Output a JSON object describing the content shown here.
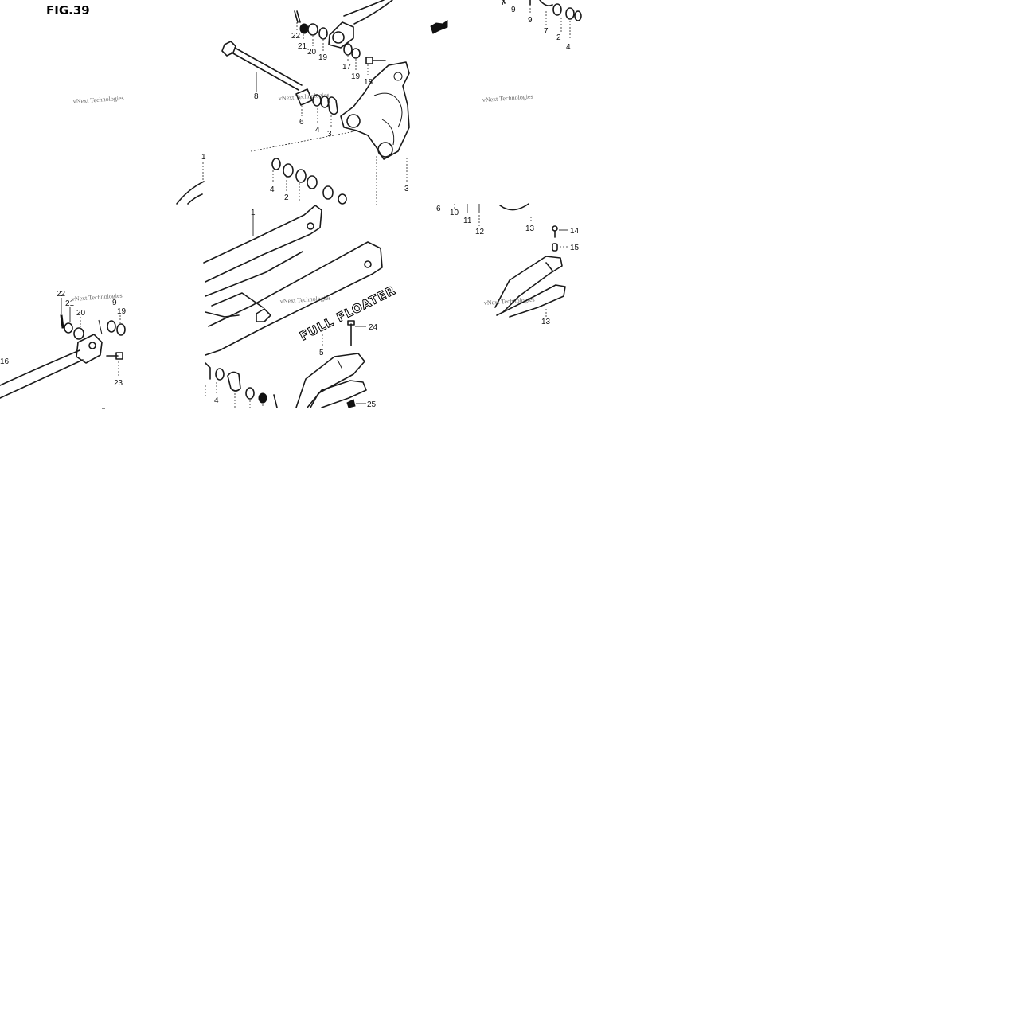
{
  "figure": {
    "title": "FIG.39",
    "brand_text": "FULL FLOATER",
    "watermark": "vNext Technologies"
  },
  "callouts": {
    "c22a": "22",
    "c21a": "21",
    "c20a": "20",
    "c19a": "19",
    "c17": "17",
    "c19b": "19",
    "c18": "18",
    "c8": "8",
    "c6a": "6",
    "c4a": "4",
    "c3a": "3",
    "c1a": "1",
    "c4b": "4",
    "c2a": "2",
    "c3b": "3",
    "c1b": "1",
    "c7a": "7",
    "c9a": "9",
    "c9b": "9",
    "c7b": "7",
    "c2b": "2",
    "c4c": "4",
    "c6b": "6",
    "c10": "10",
    "c11": "11",
    "c12": "12",
    "c13a": "13",
    "c14": "14",
    "c15": "15",
    "c13b": "13",
    "c22b": "22",
    "c21b": "21",
    "c20b": "20",
    "c9c": "9",
    "c19c": "19",
    "c16": "16",
    "c23": "23",
    "c24": "24",
    "c5": "5",
    "c25": "25",
    "c4d": "4"
  }
}
